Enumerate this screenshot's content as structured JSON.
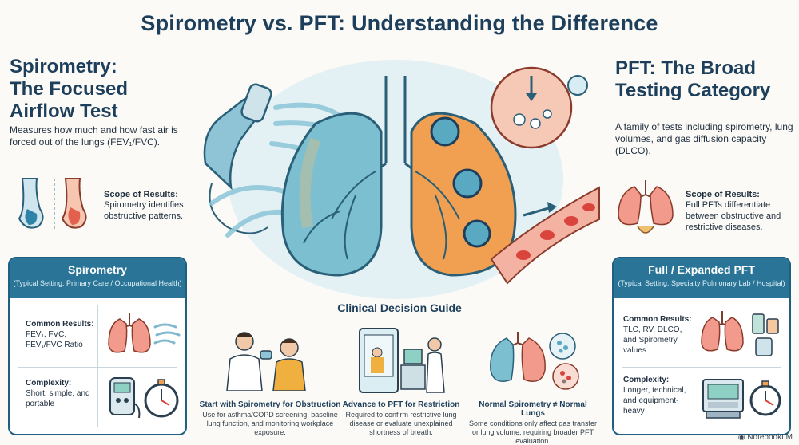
{
  "title": "Spirometry vs. PFT: Understanding the Difference",
  "spirometry": {
    "heading_line1": "Spirometry:",
    "heading_line2": "The Focused",
    "heading_line3": "Airflow Test",
    "description": "Measures how much and how fast air is forced out of the lungs (FEV₁/FVC).",
    "scope_title": "Scope of Results:",
    "scope_text": "Spirometry identifies obstructive patterns.",
    "card": {
      "title": "Spirometry",
      "subtitle": "(Typical Setting: Primary Care / Occupational Health)",
      "results_label": "Common Results:",
      "results_line1": "FEV₁, FVC,",
      "results_line2": "FEV₁/FVC Ratio",
      "complexity_label": "Complexity:",
      "complexity_text": "Short, simple, and portable"
    }
  },
  "pft": {
    "heading_line1": "PFT: The Broad",
    "heading_line2": "Testing Category",
    "description": "A family of tests including spirometry, lung volumes, and gas diffusion capacity (DLCO).",
    "scope_title": "Scope of Results:",
    "scope_text": "Full PFTs differentiate between obstructive and restrictive diseases.",
    "card": {
      "title": "Full / Expanded PFT",
      "subtitle": "(Typical Setting: Specialty Pulmonary Lab / Hospital)",
      "results_label": "Common Results:",
      "results_text": "TLC, RV, DLCO, and Spirometry values",
      "complexity_label": "Complexity:",
      "complexity_text": "Longer, technical, and equipment-heavy"
    }
  },
  "guide": {
    "title": "Clinical Decision Guide",
    "steps": [
      {
        "title": "Start with Spirometry for Obstruction",
        "text": "Use for asthma/COPD screening, baseline lung function, and monitoring workplace exposure."
      },
      {
        "title": "Advance to PFT for Restriction",
        "text": "Required to confirm restrictive lung disease or evaluate unexplained shortness of breath."
      },
      {
        "title": "Normal Spirometry ≠ Normal Lungs",
        "text": "Some conditions only affect gas transfer or lung volume, requiring broader PFT evaluation."
      }
    ]
  },
  "brand": "NotebookLM",
  "colors": {
    "navy": "#1d3f5b",
    "teal": "#2a7597",
    "lung_blue": "#6fb3c9",
    "lung_orange": "#f0a050",
    "blood_red": "#d9453c"
  }
}
